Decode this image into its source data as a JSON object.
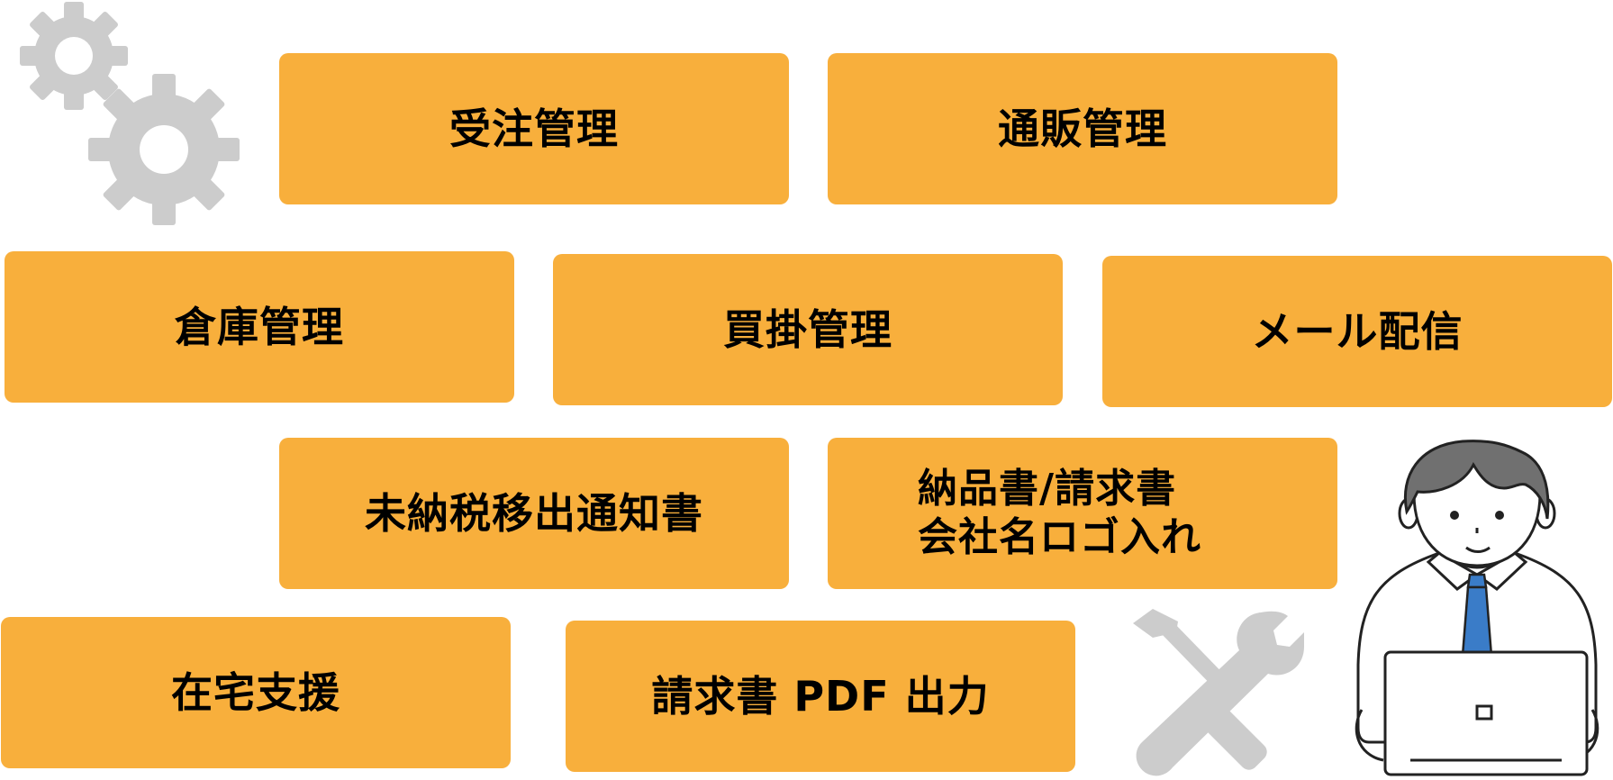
{
  "tiles": {
    "juchu": "受注管理",
    "tsuhan": "通販管理",
    "soko": "倉庫管理",
    "kaikake": "買掛管理",
    "mail": "メール配信",
    "minou": "未納税移出通知書",
    "nouhin_line1": "納品書/請求書",
    "nouhin_line2": "会社名ロゴ入れ",
    "zaitaku": "在宅支援",
    "pdf": "請求書 PDF 出力"
  },
  "colors": {
    "tile": "#f8af3c",
    "icon_gray": "#cccccc",
    "tie_blue": "#3a7cc8",
    "hair": "#707070"
  },
  "icons": [
    "gears-icon",
    "wrench-screwdriver-icon",
    "office-worker-laptop-illustration"
  ]
}
